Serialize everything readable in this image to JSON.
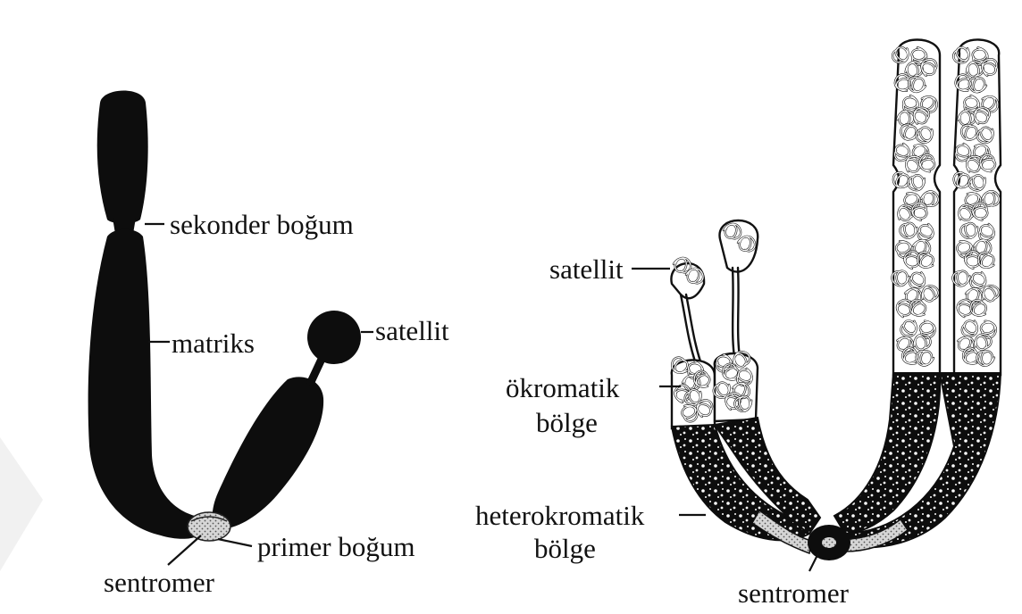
{
  "left_diagram": {
    "labels": {
      "secondary_constriction": "sekonder boğum",
      "matrix": "matriks",
      "satellite": "satellit",
      "primary_constriction": "primer boğum",
      "centromere": "sentromer"
    }
  },
  "right_diagram": {
    "labels": {
      "satellite": "satellit",
      "euchromatic_line1": "ökromatik",
      "euchromatic_line2": "bölge",
      "heterochromatic_line1": "heterokromatik",
      "heterochromatic_line2": "bölge",
      "centromere": "sentromer"
    }
  },
  "colors": {
    "ink": "#0d0d0d",
    "background": "#ffffff",
    "stipple": "#bdbdbd"
  }
}
